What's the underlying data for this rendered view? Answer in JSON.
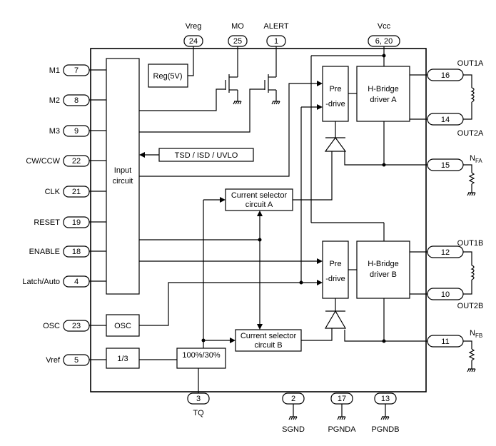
{
  "pins": {
    "vreg": {
      "label": "Vreg",
      "num": "24"
    },
    "mo": {
      "label": "MO",
      "num": "25"
    },
    "alert": {
      "label": "ALERT",
      "num": "1"
    },
    "vcc": {
      "label": "Vcc",
      "num": "6, 20"
    },
    "m1": {
      "label": "M1",
      "num": "7"
    },
    "m2": {
      "label": "M2",
      "num": "8"
    },
    "m3": {
      "label": "M3",
      "num": "9"
    },
    "cwccw": {
      "label": "CW/CCW",
      "num": "22"
    },
    "clk": {
      "label": "CLK",
      "num": "21"
    },
    "reset": {
      "label": "RESET",
      "num": "19"
    },
    "enable": {
      "label": "ENABLE",
      "num": "18"
    },
    "latch": {
      "label": "Latch/Auto",
      "num": "4"
    },
    "osc": {
      "label": "OSC",
      "num": "23"
    },
    "vref": {
      "label": "Vref",
      "num": "5"
    },
    "tq": {
      "label": "TQ",
      "num": "3"
    },
    "sgnd": {
      "label": "SGND",
      "num": "2"
    },
    "pgnda": {
      "label": "PGNDA",
      "num": "17"
    },
    "pgndb": {
      "label": "PGNDB",
      "num": "13"
    },
    "out1a": {
      "label": "OUT1A",
      "num": "16"
    },
    "out2a": {
      "label": "OUT2A",
      "num": "14"
    },
    "nfa": {
      "label": "N",
      "sub": "FA",
      "num": "15"
    },
    "out1b": {
      "label": "OUT1B",
      "num": "12"
    },
    "out2b": {
      "label": "OUT2B",
      "num": "10"
    },
    "nfb": {
      "label": "N",
      "sub": "FB",
      "num": "11"
    }
  },
  "blocks": {
    "input_line1": "Input",
    "input_line2": "circuit",
    "reg": "Reg(5V)",
    "tsd": "TSD / ISD / UVLO",
    "csa_line1": "Current selector",
    "csa_line2": "circuit A",
    "csb_line1": "Current selector",
    "csb_line2": "circuit B",
    "osc": "OSC",
    "div": "1/3",
    "tq": "100%/30%",
    "prea_line1": "Pre",
    "prea_line2": "-drive",
    "preb_line1": "Pre",
    "preb_line2": "-drive",
    "hba_line1": "H-Bridge",
    "hba_line2": "driver A",
    "hbb_line1": "H-Bridge",
    "hbb_line2": "driver B"
  }
}
